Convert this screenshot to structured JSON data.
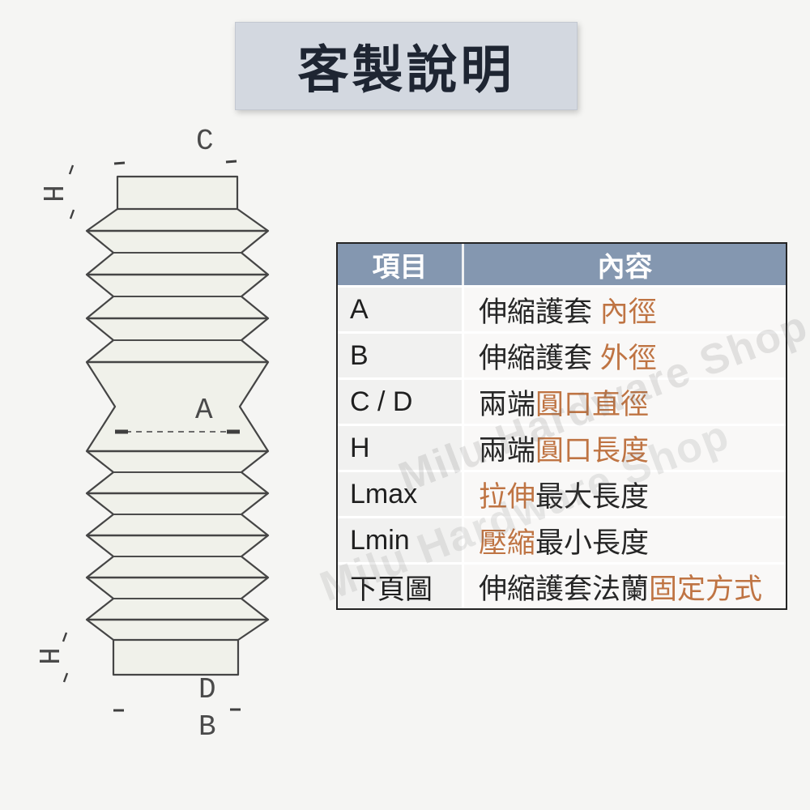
{
  "banner": {
    "title": "客製說明"
  },
  "diagram": {
    "labels": {
      "c": "C",
      "h_top": "H",
      "a": "A",
      "d": "D",
      "b": "B",
      "h_bottom": "H"
    }
  },
  "table": {
    "headers": {
      "item": "項目",
      "content": "內容"
    },
    "rows": [
      {
        "item": "A",
        "part1": "伸縮護套 ",
        "part1_color": "dark",
        "part2": "內徑",
        "part2_color": "orange"
      },
      {
        "item": "B",
        "part1": "伸縮護套 ",
        "part1_color": "dark",
        "part2": "外徑",
        "part2_color": "orange"
      },
      {
        "item": "C / D",
        "part1": "兩端",
        "part1_color": "dark",
        "part2": "圓口直徑",
        "part2_color": "orange"
      },
      {
        "item": "H",
        "part1": "兩端",
        "part1_color": "dark",
        "part2": "圓口長度",
        "part2_color": "orange"
      },
      {
        "item": "Lmax",
        "part1": "拉伸",
        "part1_color": "orange",
        "part2": "最大長度",
        "part2_color": "dark"
      },
      {
        "item": "Lmin",
        "part1": "壓縮",
        "part1_color": "orange",
        "part2": "最小長度",
        "part2_color": "dark"
      },
      {
        "item": "下頁圖",
        "part1": "伸縮護套法蘭",
        "part1_color": "dark",
        "part2": "固定方式",
        "part2_color": "orange"
      }
    ]
  },
  "watermark": {
    "line1": "Milu Hardware Shop",
    "line2": "Milu Hardware Shop"
  },
  "colors": {
    "page_bg": "#f5f5f3",
    "banner_bg": "#d3d8e0",
    "banner_text": "#1e2532",
    "table_header_bg": "#8497b0",
    "table_border": "#242424",
    "highlight_orange": "#bf7443",
    "body_text": "#262626"
  }
}
